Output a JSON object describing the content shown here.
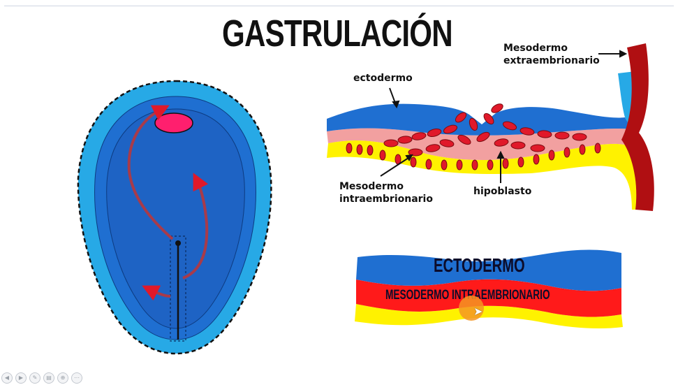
{
  "title": "GASTRULACIÓN",
  "labels": {
    "ectodermo": "ectodermo",
    "mesodermo_extra": "Mesodermo\nextraembrionario",
    "mesodermo_intra": "Mesodermo\nintraembrionario",
    "hipoblasto": "hipoblasto"
  },
  "layers": {
    "ectodermo": "ECTODERMO",
    "mesodermo": "MESODERMO INTRAEMBRIONARIO"
  },
  "colors": {
    "ectoderm_blue": "#1f6fd1",
    "light_blue": "#27a9e6",
    "dark_blue": "#1e63c4",
    "mesoderm_pink": "#f2a0a0",
    "cell_red": "#e0192a",
    "hypoblast_yellow": "#fff200",
    "extraembryonic_red": "#b00f12",
    "band_red": "#ff1a1a",
    "arrow_red": "#a83b4a",
    "node_pink": "#ff1f6e"
  },
  "toolbar": {
    "icons": [
      "back-icon",
      "forward-icon",
      "pen-icon",
      "copy-icon",
      "zoom-icon",
      "more-icon"
    ]
  }
}
